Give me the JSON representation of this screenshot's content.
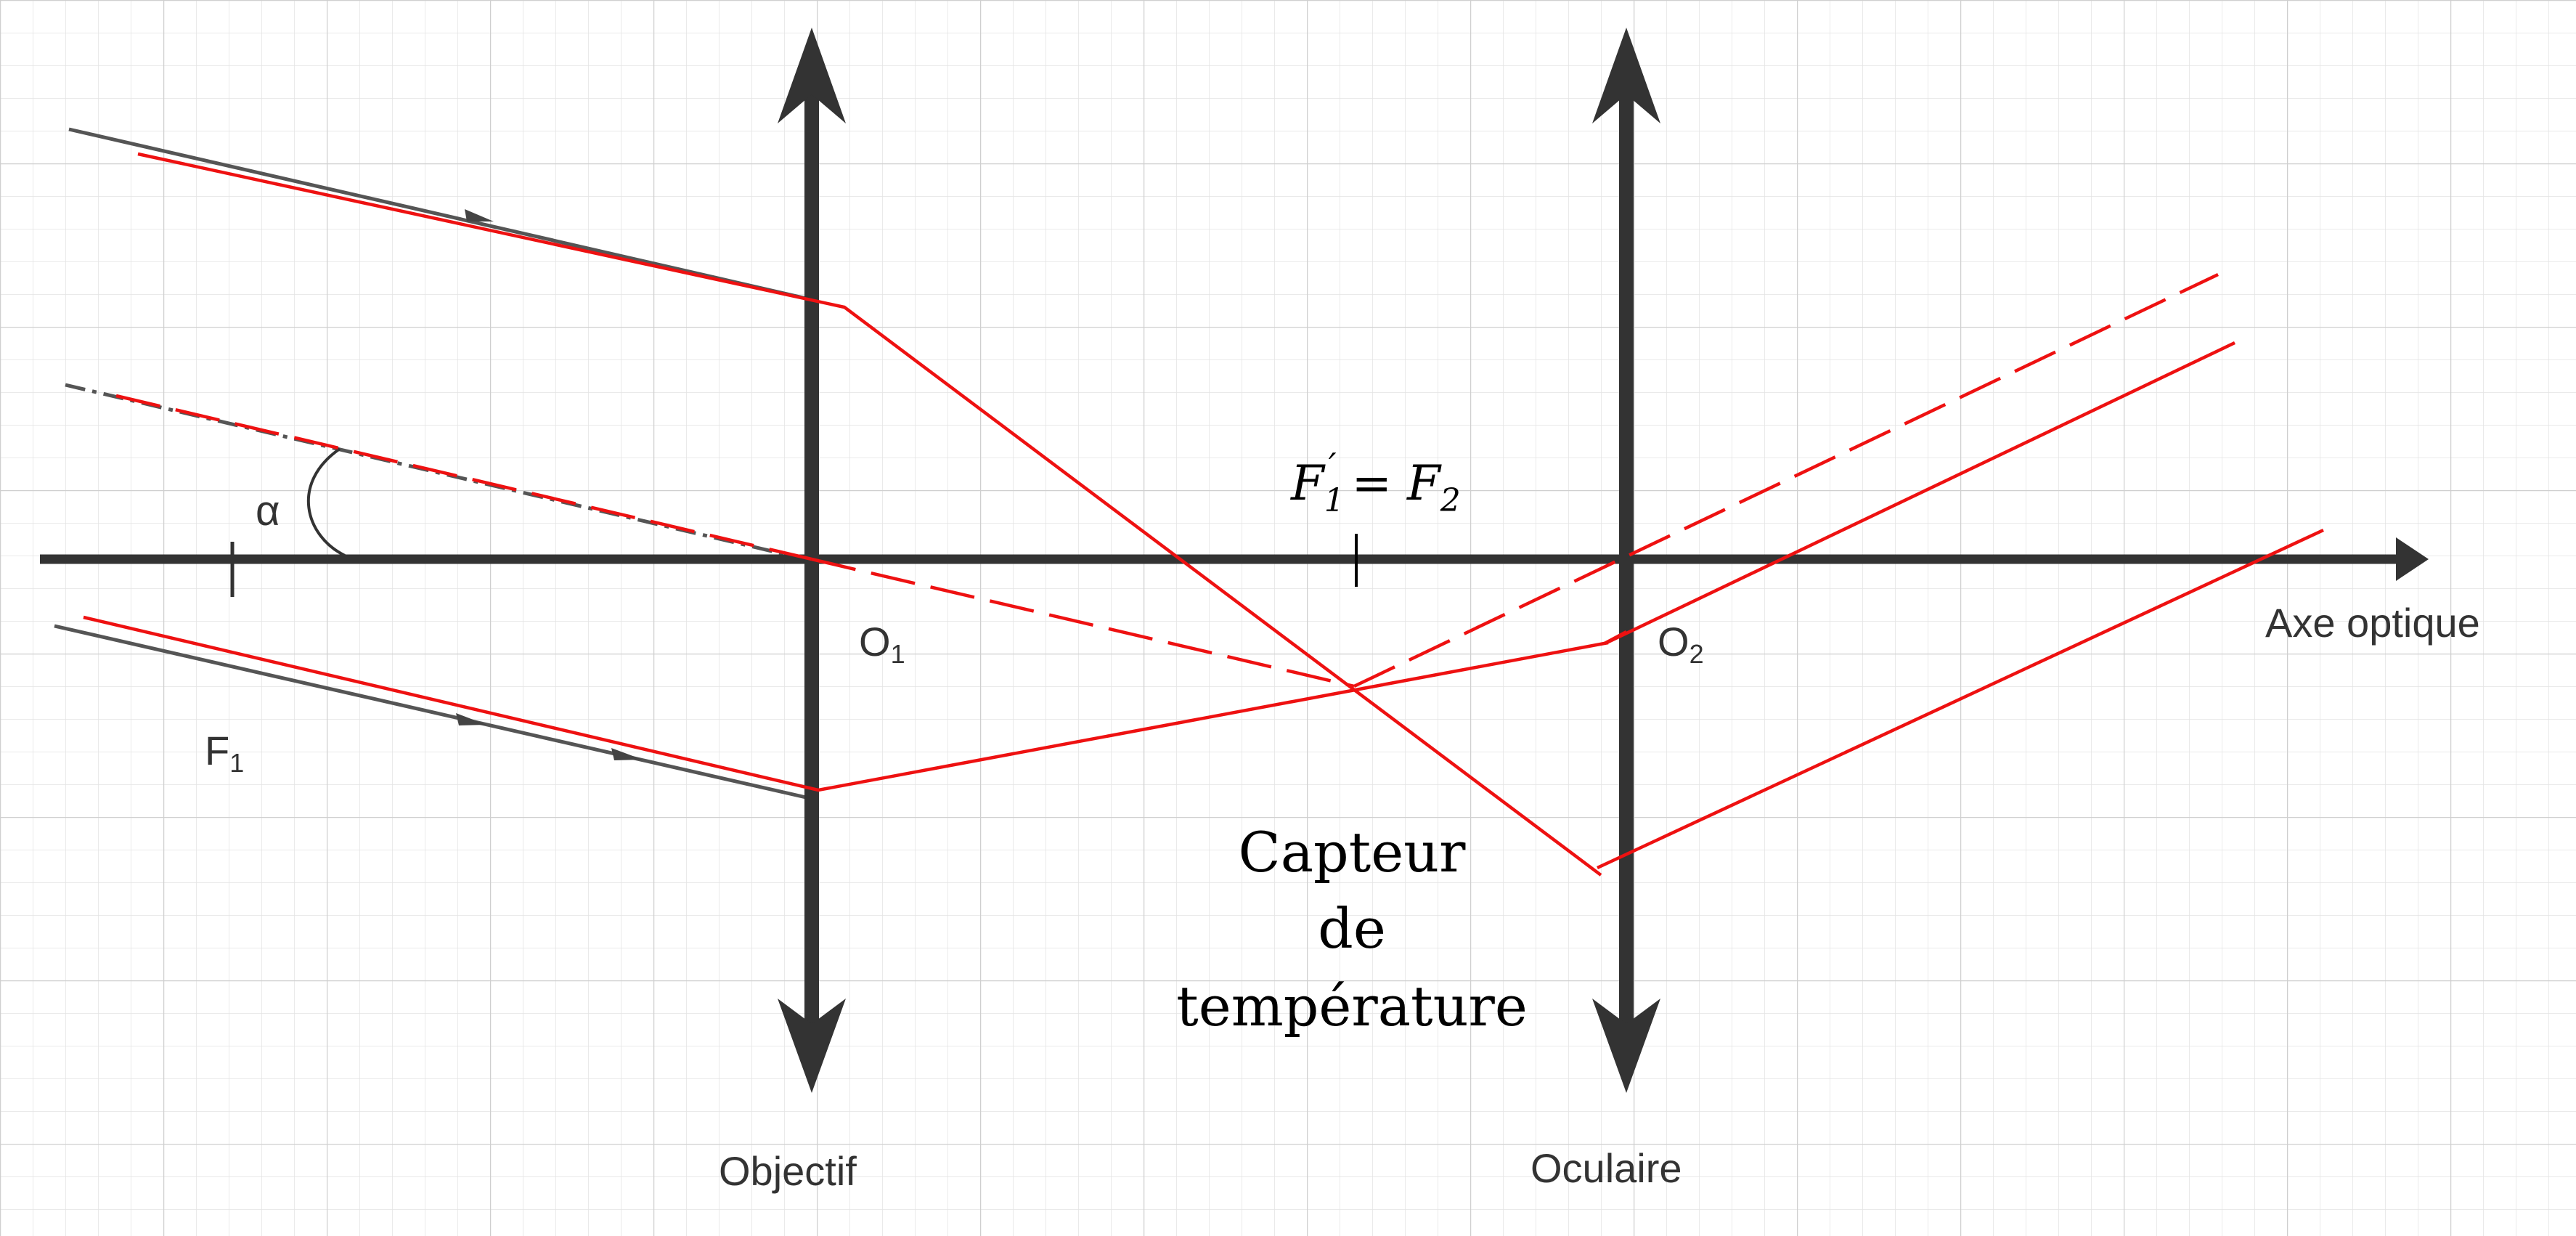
{
  "labels": {
    "focal_label_main": "F",
    "focal_label_sub1": "1",
    "focal_label_prime": "′",
    "focal_label_eq": " = F",
    "focal_label_sub2": "2",
    "o1_main": "O",
    "o1_sub": "1",
    "o2_main": "O",
    "o2_sub": "2",
    "f1_main": "F",
    "f1_sub": "1",
    "angle": "α",
    "axis": "Axe optique",
    "objective": "Objectif",
    "eyepiece": "Oculaire",
    "sensor_line1": "Capteur",
    "sensor_line2": "de",
    "sensor_line3": "température"
  },
  "colors": {
    "background": "#ffffff",
    "grid": "#d9d9d9",
    "axis": "#333333",
    "lens": "#333333",
    "ray": "#ee1111",
    "original_ray": "#666666"
  },
  "icons": {
    "objective_lens": "converging-lens",
    "eyepiece_lens": "converging-lens",
    "axis_arrow": "arrow-right-icon"
  }
}
